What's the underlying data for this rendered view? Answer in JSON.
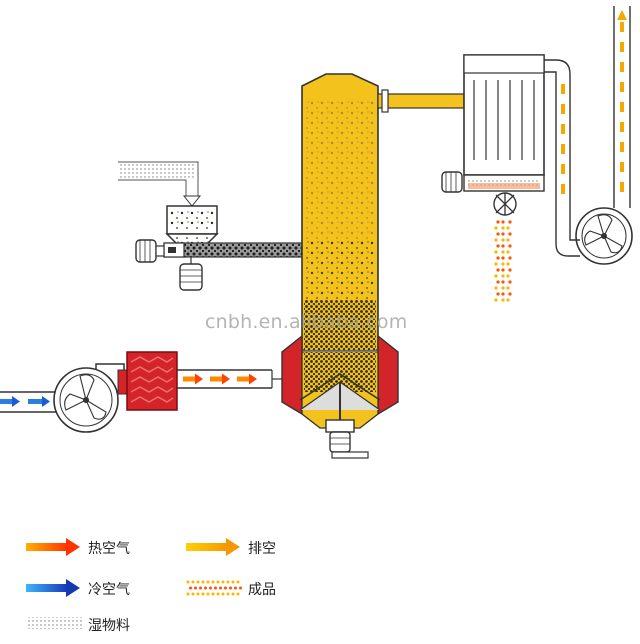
{
  "watermark": "cnbh.en.alibaba.com",
  "legend": {
    "hot_air": "热空气",
    "cold_air": "冷空气",
    "wet_material": "湿物料",
    "exhaust": "排空",
    "product": "成品"
  },
  "colors": {
    "hot_air": "#ff4400",
    "cold_air": "#1e5ad2",
    "exhaust": "#f5a800",
    "product": "#ee5500",
    "tower": "#f3c21c",
    "heater": "#d3242a",
    "line": "#333333"
  }
}
